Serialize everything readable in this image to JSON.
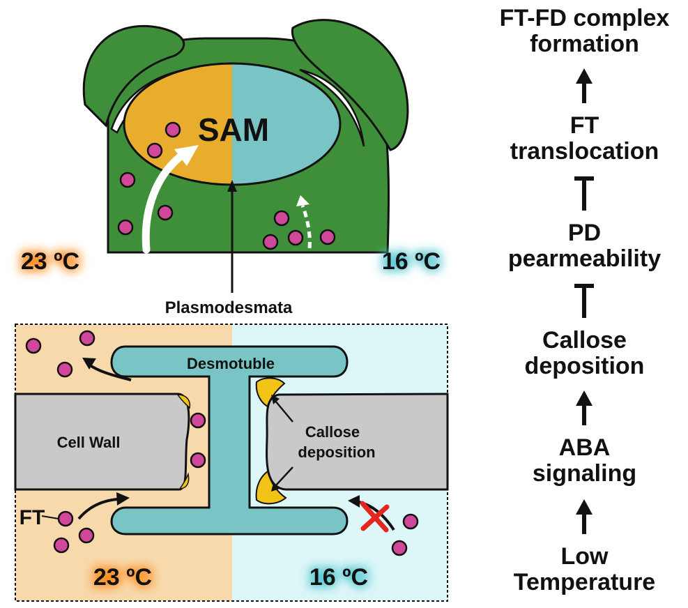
{
  "top_panel": {
    "sam_label": "SAM",
    "temp_left": "23 ºC",
    "temp_right": "16 ºC",
    "plasmodesmata_label": "Plasmodesmata"
  },
  "bottom_panel": {
    "desmotubule_label": "Desmotuble",
    "cell_wall_label": "Cell Wall",
    "callose_label_line1": "Callose",
    "callose_label_line2": "deposition",
    "ft_label": "FT",
    "temp_left": "23 ºC",
    "temp_right": "16 ºC"
  },
  "pathway": {
    "steps": [
      {
        "line1": "FT-FD complex",
        "line2": "formation"
      },
      {
        "line1": "FT",
        "line2": "translocation"
      },
      {
        "line1": "PD",
        "line2": "pearmeability"
      },
      {
        "line1": "Callose",
        "line2": "deposition"
      },
      {
        "line1": "ABA",
        "line2": "signaling"
      },
      {
        "line1": "Low",
        "line2": "Temperature"
      }
    ],
    "connectors": [
      "arrow",
      "inhibit",
      "inhibit",
      "arrow",
      "arrow"
    ]
  },
  "colors": {
    "tissue_green": "#3f8f3a",
    "sam_orange": "#e8ad2c",
    "sam_teal": "#79c4c4",
    "ft_magenta": "#d0489a",
    "warm_bg": "#f7d9ac",
    "cool_bg": "#ddf6f8",
    "cell_wall_gray": "#c9c9c9",
    "callose_yellow": "#f2c418",
    "warm_glow": "#ff8a1c",
    "cool_glow": "#4fc6d0",
    "block_red": "#e5261f"
  }
}
